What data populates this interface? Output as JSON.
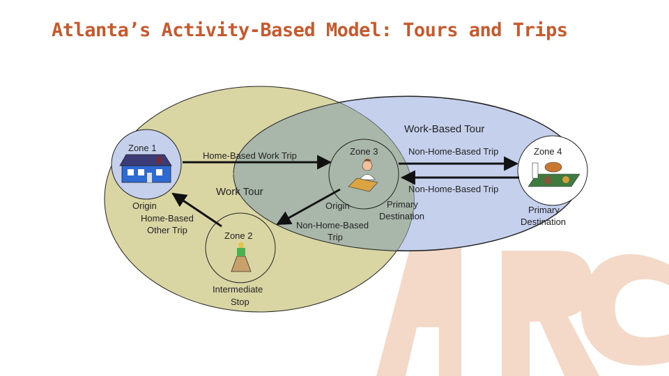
{
  "slide": {
    "title": "Atlanta’s Activity-Based Model:  Tours and Trips",
    "watermark": "ARC",
    "colors": {
      "title": "#c65a2e",
      "work_tour_ellipse": "#d9d6a3",
      "work_based_tour_ellipse": "#c4d0ec",
      "overlap": "#a9b7ab",
      "watermark": "#f4d9c8"
    }
  },
  "labels": {
    "work_based_tour": "Work-Based Tour",
    "zone1": "Zone 1",
    "zone2": "Zone 2",
    "zone3": "Zone 3",
    "zone4": "Zone 4",
    "home_based_work_trip": "Home-Based Work Trip",
    "work_tour": "Work Tour",
    "origin_left": "Origin",
    "home_based_other_trip_1": "Home-Based",
    "home_based_other_trip_2": "Other Trip",
    "intermediate_stop_1": "Intermediate",
    "intermediate_stop_2": "Stop",
    "origin_center": "Origin",
    "non_home_based_trip_center_1": "Non-Home-Based",
    "non_home_based_trip_center_2": "Trip",
    "primary_destination_center_1": "Primary",
    "primary_destination_center_2": "Destination",
    "non_home_based_trip_top": "Non-Home-Based Trip",
    "non_home_based_trip_mid": "Non-Home-Based Trip",
    "primary_destination_right_1": "Primary",
    "primary_destination_right_2": "Destination"
  },
  "icons": {
    "zone1": "house-icon",
    "zone2": "shopping-bag-icon",
    "zone3": "office-worker-icon",
    "zone4": "food-tray-icon"
  }
}
